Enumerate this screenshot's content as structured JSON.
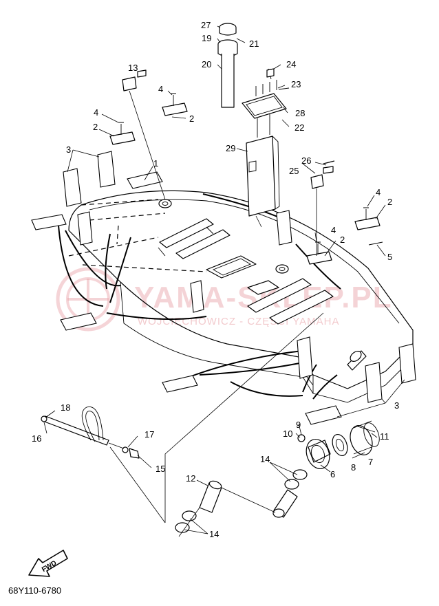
{
  "diagram_code": "68Y110-6780",
  "fwd_label": "FWD",
  "watermark": {
    "main": "YAMA-SKLEP.PL",
    "sub": "WOJCIECHOWICZ - CZĘŚCI YAMAHA",
    "color": "#e8a0a6"
  },
  "callouts": [
    "1",
    "2",
    "3",
    "4",
    "5",
    "6",
    "7",
    "8",
    "9",
    "10",
    "11",
    "12",
    "13",
    "14",
    "15",
    "16",
    "17",
    "18",
    "19",
    "20",
    "21",
    "22",
    "23",
    "24",
    "25",
    "26",
    "27",
    "28",
    "29"
  ]
}
